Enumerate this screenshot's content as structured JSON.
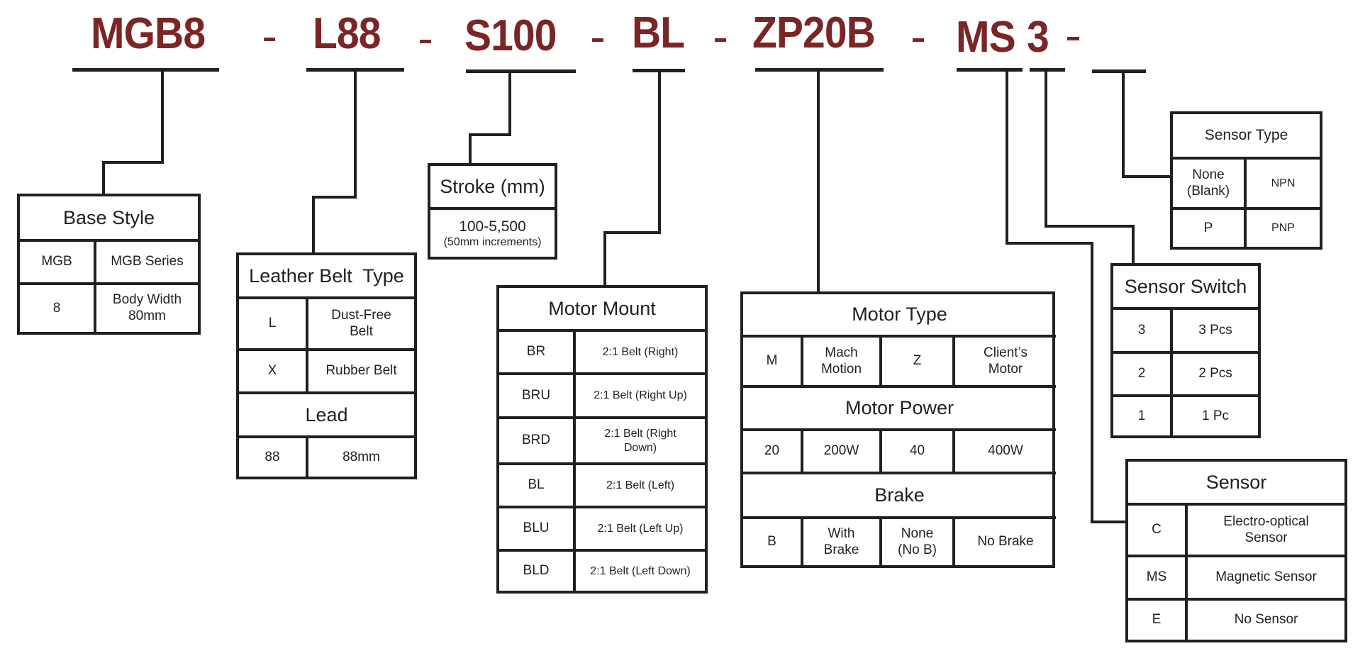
{
  "part_number": {
    "segments": [
      {
        "code": "MGB8",
        "label": "Base Style"
      },
      {
        "code": "L88",
        "label": "Leather Belt Type / Lead"
      },
      {
        "code": "S100",
        "label": "Stroke (mm)"
      },
      {
        "code": "BL",
        "label": "Motor Mount"
      },
      {
        "code": "ZP20B",
        "label": "Motor Type / Motor Power / Brake"
      },
      {
        "code": "MS",
        "label": "Sensor"
      },
      {
        "code": "3",
        "label": "Sensor Switch"
      },
      {
        "code": "",
        "label": "Sensor Type"
      }
    ],
    "separator": "-",
    "color": "#7a2526"
  },
  "base_style": {
    "title": "Base Style",
    "rows": [
      {
        "code": "MGB",
        "desc": "MGB Series"
      },
      {
        "code": "8",
        "desc": "Body Width 80mm"
      }
    ]
  },
  "belt": {
    "title": "Leather Belt  Type",
    "rows": [
      {
        "code": "L",
        "desc": "Dust-Free Belt"
      },
      {
        "code": "X",
        "desc": "Rubber Belt"
      }
    ],
    "lead_title": "Lead",
    "lead_rows": [
      {
        "code": "88",
        "desc": "88mm"
      }
    ]
  },
  "stroke": {
    "title": "Stroke (mm)",
    "range": "100-5,500",
    "note": "(50mm increments)"
  },
  "motor_mount": {
    "title": "Motor Mount",
    "rows": [
      {
        "code": "BR",
        "desc": "2:1 Belt (Right)"
      },
      {
        "code": "BRU",
        "desc": "2:1 Belt (Right Up)"
      },
      {
        "code": "BRD",
        "desc": "2:1 Belt (Right Down)"
      },
      {
        "code": "BL",
        "desc": "2:1 Belt (Left)"
      },
      {
        "code": "BLU",
        "desc": "2:1 Belt (Left Up)"
      },
      {
        "code": "BLD",
        "desc": "2:1 Belt (Left Down)"
      }
    ]
  },
  "motor_type": {
    "title": "Motor Type",
    "cells": [
      "M",
      "Mach Motion",
      "Z",
      "Client’s Motor"
    ],
    "power_title": "Motor Power",
    "power_cells": [
      "20",
      "200W",
      "40",
      "400W"
    ],
    "brake_title": "Brake",
    "brake_cells": [
      "B",
      "With Brake",
      "None (No B)",
      "No Brake"
    ]
  },
  "sensor_type": {
    "title": "Sensor Type",
    "rows": [
      {
        "code": "None (Blank)",
        "desc": "NPN"
      },
      {
        "code": "P",
        "desc": "PNP"
      }
    ]
  },
  "sensor_switch": {
    "title": "Sensor Switch",
    "rows": [
      {
        "code": "3",
        "desc": "3 Pcs"
      },
      {
        "code": "2",
        "desc": "2 Pcs"
      },
      {
        "code": "1",
        "desc": "1 Pc"
      }
    ]
  },
  "sensor": {
    "title": "Sensor",
    "rows": [
      {
        "code": "C",
        "desc": "Electro-optical Sensor"
      },
      {
        "code": "MS",
        "desc": "Magnetic Sensor"
      },
      {
        "code": "E",
        "desc": "No Sensor"
      }
    ]
  }
}
